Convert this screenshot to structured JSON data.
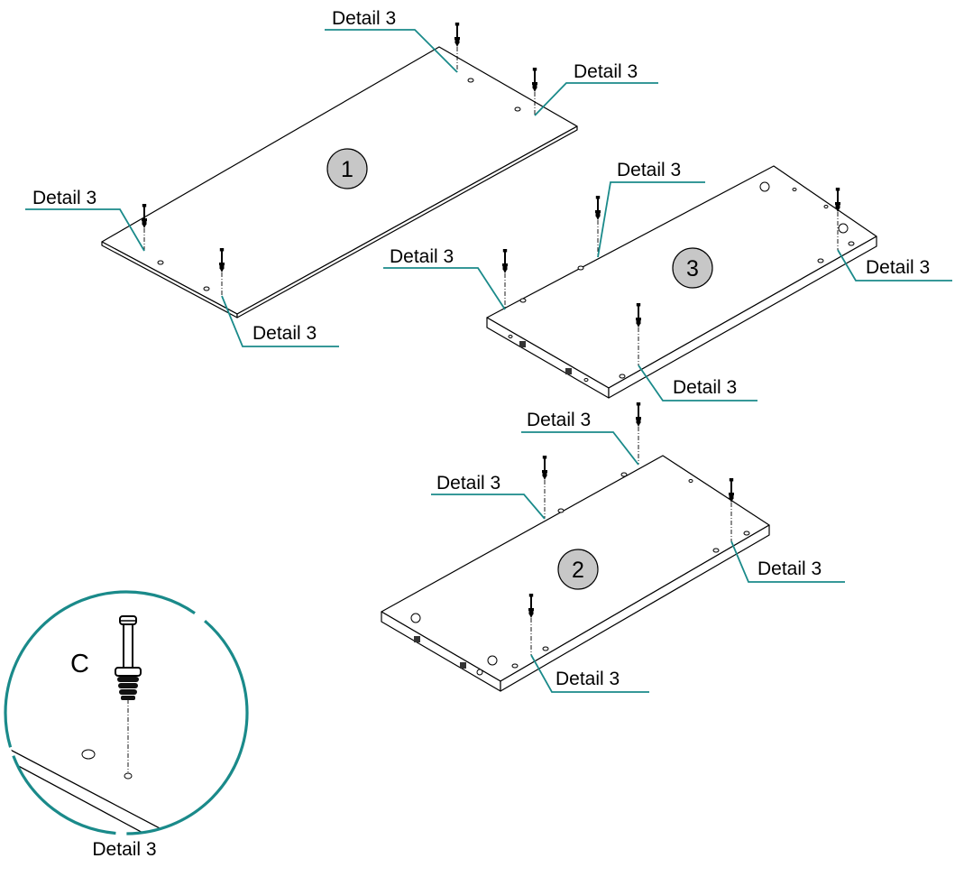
{
  "colors": {
    "leader": "#1a8a8a",
    "badge_fill": "#c7c7c7"
  },
  "callout_label": "Detail 3",
  "panels": [
    {
      "id": "1",
      "badge": "1"
    },
    {
      "id": "2",
      "badge": "2"
    },
    {
      "id": "3",
      "badge": "3"
    }
  ],
  "detail": {
    "part_letter": "C",
    "caption": "Detail 3"
  },
  "icons": {
    "fastener": "cam-dowel-icon"
  }
}
